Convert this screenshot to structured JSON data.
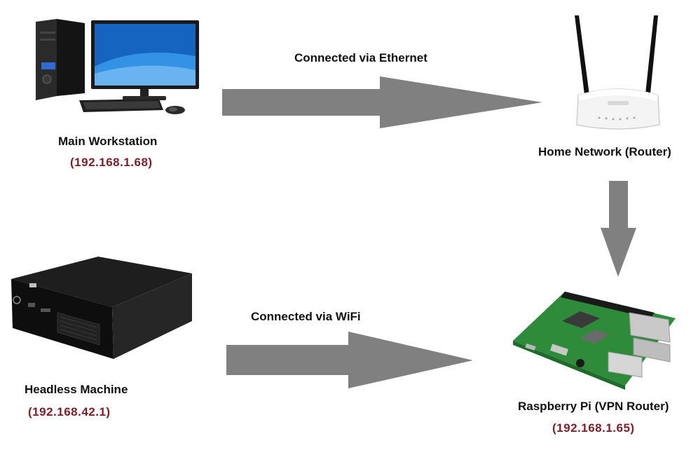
{
  "colors": {
    "arrow": "#808080",
    "ip_text": "#7a1f2a",
    "label_text": "#111111"
  },
  "nodes": {
    "workstation": {
      "name": "Main Workstation",
      "ip": "(192.168.1.68)",
      "icon": "desktop-computer-icon"
    },
    "router": {
      "name": "Home Network (Router)",
      "icon": "wifi-router-icon"
    },
    "headless": {
      "name": "Headless Machine",
      "ip": "(192.168.42.1)",
      "icon": "mini-pc-icon"
    },
    "raspberry": {
      "name": "Raspberry Pi (VPN Router)",
      "ip": "(192.168.1.65)",
      "icon": "raspberry-pi-board-icon"
    }
  },
  "connections": {
    "ethernet": {
      "label": "Connected via Ethernet"
    },
    "wifi": {
      "label": "Connected via WiFi"
    }
  }
}
